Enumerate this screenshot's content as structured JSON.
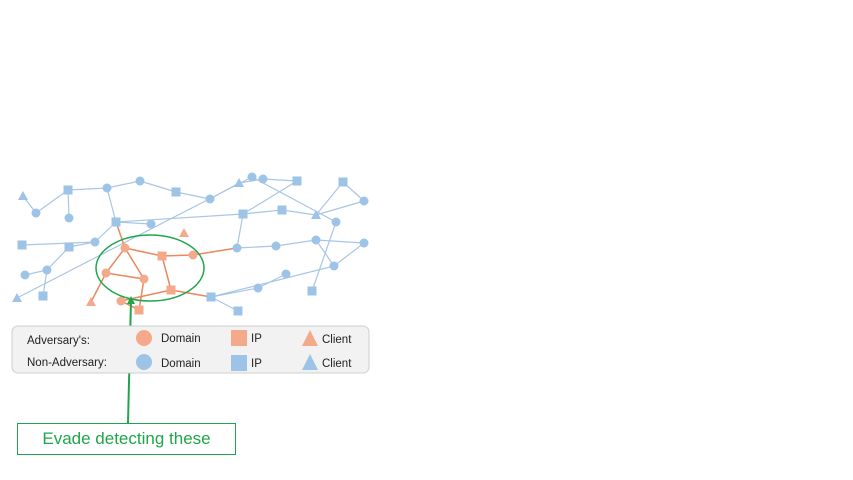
{
  "legend": {
    "rows": [
      {
        "label": "Adversary's:",
        "group": "adversary"
      },
      {
        "label": "Non-Adversary:",
        "group": "normal"
      }
    ],
    "types": [
      {
        "shape": "circle",
        "label": "Domain"
      },
      {
        "shape": "square",
        "label": "IP"
      },
      {
        "shape": "triangle",
        "label": "Client"
      }
    ]
  },
  "callout": {
    "text": "Evade detecting these"
  },
  "colors": {
    "adversary_node": "#f4a98b",
    "adversary_edge": "#e8895e",
    "normal_node": "#9dc3e6",
    "normal_edge": "#a9c6e4",
    "highlight": "#1fa64b",
    "legend_bg": "#f2f2f2",
    "legend_border": "#cfcfcf"
  },
  "graph": {
    "nodes": [
      {
        "id": "b1",
        "group": "normal",
        "type": "triangle"
      },
      {
        "id": "b2",
        "group": "normal",
        "type": "circle"
      },
      {
        "id": "b3",
        "group": "normal",
        "type": "square"
      },
      {
        "id": "b4",
        "group": "normal",
        "type": "circle"
      },
      {
        "id": "b5",
        "group": "normal",
        "type": "circle"
      },
      {
        "id": "b6",
        "group": "normal",
        "type": "circle"
      },
      {
        "id": "b7",
        "group": "normal",
        "type": "square"
      },
      {
        "id": "b8",
        "group": "normal",
        "type": "circle"
      },
      {
        "id": "b9",
        "group": "normal",
        "type": "triangle"
      },
      {
        "id": "b10",
        "group": "normal",
        "type": "circle"
      },
      {
        "id": "b11",
        "group": "normal",
        "type": "square"
      },
      {
        "id": "b12",
        "group": "normal",
        "type": "square"
      },
      {
        "id": "b13",
        "group": "normal",
        "type": "square"
      },
      {
        "id": "b14",
        "group": "normal",
        "type": "triangle"
      },
      {
        "id": "b15",
        "group": "normal",
        "type": "square"
      },
      {
        "id": "b16",
        "group": "normal",
        "type": "circle"
      },
      {
        "id": "b17",
        "group": "normal",
        "type": "square"
      },
      {
        "id": "b18",
        "group": "normal",
        "type": "circle"
      },
      {
        "id": "b19",
        "group": "normal",
        "type": "square"
      },
      {
        "id": "b20",
        "group": "normal",
        "type": "circle"
      },
      {
        "id": "b21",
        "group": "normal",
        "type": "square"
      },
      {
        "id": "b22",
        "group": "normal",
        "type": "circle"
      },
      {
        "id": "b23",
        "group": "normal",
        "type": "circle"
      },
      {
        "id": "b24",
        "group": "normal",
        "type": "square"
      },
      {
        "id": "b25",
        "group": "normal",
        "type": "triangle"
      },
      {
        "id": "b26",
        "group": "normal",
        "type": "circle"
      },
      {
        "id": "b27",
        "group": "normal",
        "type": "circle"
      },
      {
        "id": "b28",
        "group": "normal",
        "type": "square"
      },
      {
        "id": "b29",
        "group": "normal",
        "type": "circle"
      },
      {
        "id": "b30",
        "group": "normal",
        "type": "circle"
      },
      {
        "id": "b31",
        "group": "normal",
        "type": "circle"
      },
      {
        "id": "b32",
        "group": "normal",
        "type": "circle"
      },
      {
        "id": "b33",
        "group": "normal",
        "type": "circle"
      },
      {
        "id": "b34",
        "group": "normal",
        "type": "square"
      },
      {
        "id": "b35",
        "group": "normal",
        "type": "square"
      },
      {
        "id": "b36",
        "group": "normal",
        "type": "circle"
      },
      {
        "id": "b37",
        "group": "normal",
        "type": "circle"
      },
      {
        "id": "o1",
        "group": "adversary",
        "type": "circle"
      },
      {
        "id": "o2",
        "group": "adversary",
        "type": "square"
      },
      {
        "id": "o3",
        "group": "adversary",
        "type": "circle"
      },
      {
        "id": "o4",
        "group": "adversary",
        "type": "triangle"
      },
      {
        "id": "o5",
        "group": "adversary",
        "type": "circle"
      },
      {
        "id": "o6",
        "group": "adversary",
        "type": "circle"
      },
      {
        "id": "o7",
        "group": "adversary",
        "type": "circle"
      },
      {
        "id": "o8",
        "group": "adversary",
        "type": "square"
      },
      {
        "id": "o9",
        "group": "adversary",
        "type": "square"
      },
      {
        "id": "o10",
        "group": "adversary",
        "type": "triangle"
      }
    ],
    "edges": [
      [
        "b1",
        "b2"
      ],
      [
        "b2",
        "b3"
      ],
      [
        "b3",
        "b4"
      ],
      [
        "b3",
        "b5"
      ],
      [
        "b5",
        "b6"
      ],
      [
        "b6",
        "b7"
      ],
      [
        "b7",
        "b8"
      ],
      [
        "b8",
        "b9"
      ],
      [
        "b9",
        "b10"
      ],
      [
        "b10",
        "b11"
      ],
      [
        "b11",
        "b12"
      ],
      [
        "b12",
        "b13"
      ],
      [
        "b13",
        "b14"
      ],
      [
        "b14",
        "b15"
      ],
      [
        "b14",
        "b16"
      ],
      [
        "b15",
        "b16"
      ],
      [
        "b12",
        "b17"
      ],
      [
        "b5",
        "b17"
      ],
      [
        "b17",
        "b18"
      ],
      [
        "b17",
        "b20"
      ],
      [
        "b19",
        "b20"
      ],
      [
        "b20",
        "b21"
      ],
      [
        "b21",
        "b22"
      ],
      [
        "b22",
        "b23"
      ],
      [
        "b22",
        "b24"
      ],
      [
        "b25",
        "b26"
      ],
      [
        "b26",
        "b27"
      ],
      [
        "b27",
        "b28"
      ],
      [
        "b12",
        "b29"
      ],
      [
        "b29",
        "b30"
      ],
      [
        "b30",
        "b31"
      ],
      [
        "b31",
        "b32"
      ],
      [
        "b31",
        "b33"
      ],
      [
        "b32",
        "b33"
      ],
      [
        "b34",
        "b33"
      ],
      [
        "b34",
        "b35"
      ],
      [
        "b34",
        "b36"
      ],
      [
        "b36",
        "b37"
      ],
      [
        "b17",
        "o1"
      ],
      [
        "o1",
        "o2"
      ],
      [
        "o2",
        "o3"
      ],
      [
        "o1",
        "o5"
      ],
      [
        "o5",
        "o6"
      ],
      [
        "o5",
        "o10"
      ],
      [
        "o1",
        "o6"
      ],
      [
        "o6",
        "o9"
      ],
      [
        "o7",
        "o9"
      ],
      [
        "o7",
        "o8"
      ],
      [
        "o2",
        "o8"
      ],
      [
        "o8",
        "b34"
      ],
      [
        "o3",
        "b29"
      ]
    ]
  }
}
